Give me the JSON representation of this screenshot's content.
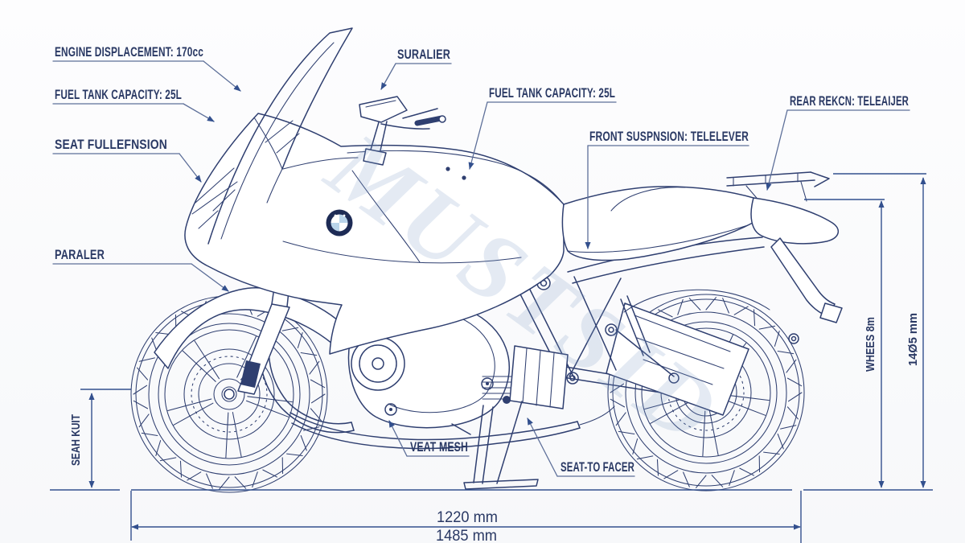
{
  "watermark": {
    "text": "MUSTSID"
  },
  "callouts": [
    {
      "id": "engine-displacement",
      "label": "ENGINE DISPLACEMENT: 170cc"
    },
    {
      "id": "fuel-tank-left",
      "label": "FUEL TANK CAPACITY: 25L"
    },
    {
      "id": "seat-fullefnsion",
      "label": "SEAT FULLEFNSION"
    },
    {
      "id": "paraler",
      "label": "PARALER"
    },
    {
      "id": "suralier",
      "label": "SURALIER"
    },
    {
      "id": "fuel-tank-center",
      "label": "FUEL TANK CAPACITY: 25L"
    },
    {
      "id": "front-suspension",
      "label": "FRONT SUSPNSION: TELELEVER"
    },
    {
      "id": "rear-suspension",
      "label": "REAR REKCN: TELEAIJER"
    },
    {
      "id": "veat-mesh",
      "label": "VEAT MESH"
    },
    {
      "id": "seat-to-facer",
      "label": "SEAT-TO FACER"
    }
  ],
  "dimensions": {
    "front_axle_height": "SEAH KUIT",
    "seat_height": "WHEES 8m",
    "overall_height": "14Ø5 mm",
    "wheelbase": "1220 mm",
    "overall_length": "1485 mm"
  },
  "colors": {
    "line": "#2f3f70",
    "leader": "#5d6f99",
    "label": "#2a3964",
    "dimension": "#33508e",
    "watermark": "#7d9cc4",
    "logo_navy": "#1d2b55",
    "logo_blue": "#b9d4ea",
    "background": "#fdfdfe"
  }
}
